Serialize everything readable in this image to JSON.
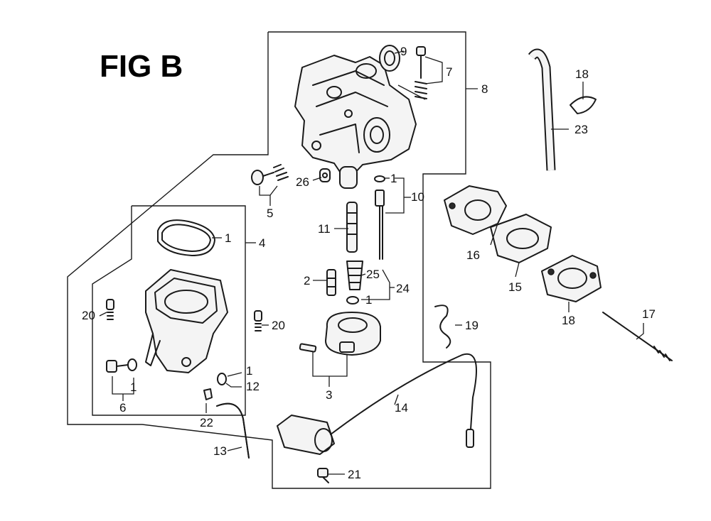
{
  "title": "FIG B",
  "callouts": [
    {
      "id": "c9",
      "text": "9"
    },
    {
      "id": "c7",
      "text": "7"
    },
    {
      "id": "c8",
      "text": "8"
    },
    {
      "id": "c18a",
      "text": "18"
    },
    {
      "id": "c23",
      "text": "23"
    },
    {
      "id": "c26",
      "text": "26"
    },
    {
      "id": "c1a",
      "text": "1"
    },
    {
      "id": "c10",
      "text": "10"
    },
    {
      "id": "c5",
      "text": "5"
    },
    {
      "id": "c1b",
      "text": "1"
    },
    {
      "id": "c4",
      "text": "4"
    },
    {
      "id": "c11",
      "text": "11"
    },
    {
      "id": "c16a",
      "text": "16"
    },
    {
      "id": "c15",
      "text": "15"
    },
    {
      "id": "c2",
      "text": "2"
    },
    {
      "id": "c25",
      "text": "25"
    },
    {
      "id": "c24",
      "text": "24"
    },
    {
      "id": "c1c",
      "text": "1"
    },
    {
      "id": "c18b",
      "text": "18"
    },
    {
      "id": "c17",
      "text": "17"
    },
    {
      "id": "c20a",
      "text": "20"
    },
    {
      "id": "c20b",
      "text": "20"
    },
    {
      "id": "c19",
      "text": "19"
    },
    {
      "id": "c1d",
      "text": "1"
    },
    {
      "id": "c12",
      "text": "12"
    },
    {
      "id": "c1e",
      "text": "1"
    },
    {
      "id": "c3",
      "text": "3"
    },
    {
      "id": "c14",
      "text": "14"
    },
    {
      "id": "c6",
      "text": "6"
    },
    {
      "id": "c22",
      "text": "22"
    },
    {
      "id": "c13",
      "text": "13"
    },
    {
      "id": "c21",
      "text": "21"
    }
  ]
}
